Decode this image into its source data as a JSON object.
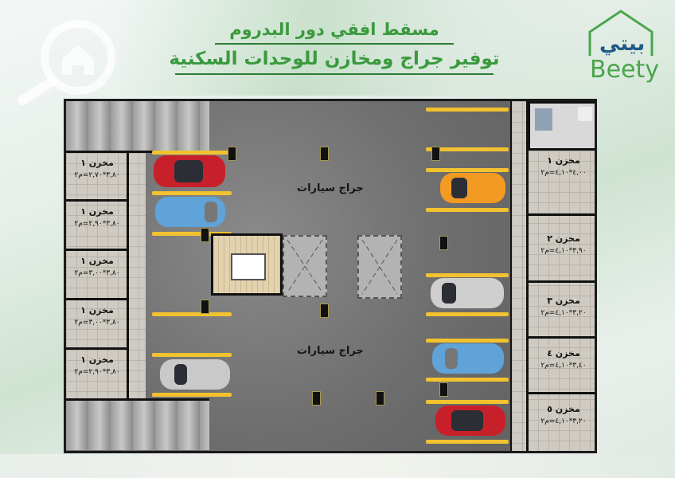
{
  "header": {
    "title_line1": "مسقط افقي دور البدروم",
    "title_line2": "توفير جراج ومخازن للوحدات السكنية"
  },
  "logo": {
    "arabic": "بيتي",
    "english": "Beety",
    "colors": {
      "house_outline": "#4aa54b",
      "arabic_text": "#1e5a86",
      "english_text": "#4aa54b"
    }
  },
  "watermark": {
    "icon": "house-magnifier-icon"
  },
  "plan": {
    "garage_labels": [
      "جراج سيارات",
      "جراج سيارات"
    ],
    "left_storages": [
      {
        "name": "مخزن ١",
        "dims": "٣,٨٠*٢,٧٠=م٢"
      },
      {
        "name": "مخزن ١",
        "dims": "٣,٨٠*٢,٩٠=م٢"
      },
      {
        "name": "مخزن ١",
        "dims": "٣,٨٠*٣,٠٠=م٢"
      },
      {
        "name": "مخزن ١",
        "dims": "٣,٨٠*٣,٠٠=م٢"
      },
      {
        "name": "مخزن ١",
        "dims": "٣,٨٠*٢,٩٠=م٢"
      }
    ],
    "right_storages": [
      {
        "name": "مخزن ١",
        "dims": "٤,٠٠*٤,١٠=م٢"
      },
      {
        "name": "مخزن ٢",
        "dims": "٣,٩٠*٤,١٠=م٢"
      },
      {
        "name": "مخزن ٣",
        "dims": "٣,٢٠*٤,١٠=م٢"
      },
      {
        "name": "مخزن ٤",
        "dims": "٣,٤٠*٤,١٠=م٢"
      },
      {
        "name": "مخزن ٥",
        "dims": "٣,٢٠*٤,١٠=م٢"
      }
    ],
    "cars": [
      {
        "color": "#c8202a",
        "side": "left",
        "slot": 1
      },
      {
        "color": "#5fa3d9",
        "side": "left",
        "slot": 2
      },
      {
        "color": "#c9c9c9",
        "side": "left",
        "slot": 3
      },
      {
        "color": "#f39a22",
        "side": "right",
        "slot": 1
      },
      {
        "color": "#cfcfcf",
        "side": "right",
        "slot": 2
      },
      {
        "color": "#5fa3d9",
        "side": "right",
        "slot": 3
      },
      {
        "color": "#c8202a",
        "side": "right",
        "slot": 4
      }
    ],
    "colors": {
      "parking_stripe": "#f2c230",
      "asphalt": "#6f6f6f",
      "wall": "#111111"
    }
  }
}
